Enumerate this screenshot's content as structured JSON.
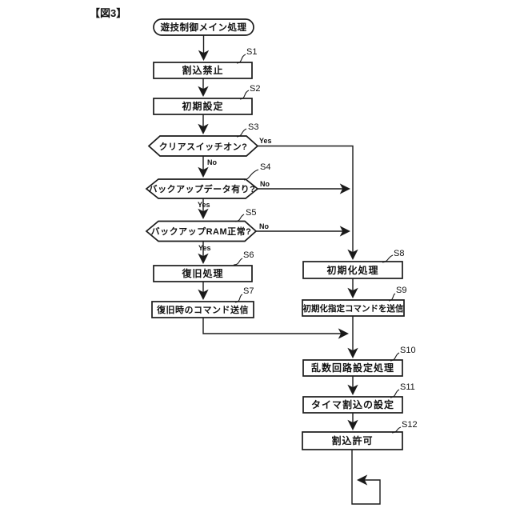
{
  "figure_label": "【図3】",
  "colors": {
    "ink": "#1a1a1a",
    "background": "#ffffff"
  },
  "nodes": {
    "start": {
      "label": "遊技制御メイン処理"
    },
    "s1": {
      "tag": "S1",
      "label": "割込禁止"
    },
    "s2": {
      "tag": "S2",
      "label": "初期設定"
    },
    "s3": {
      "tag": "S3",
      "label": "クリアスイッチオン?",
      "yes_label": "Yes",
      "no_label": "No"
    },
    "s4": {
      "tag": "S4",
      "label": "バックアップデータ有り?",
      "yes_label": "Yes",
      "no_label": "No"
    },
    "s5": {
      "tag": "S5",
      "label": "バックアップRAM正常?",
      "yes_label": "Yes",
      "no_label": "No"
    },
    "s6": {
      "tag": "S6",
      "label": "復旧処理"
    },
    "s7": {
      "tag": "S7",
      "label": "復旧時のコマンド送信"
    },
    "s8": {
      "tag": "S8",
      "label": "初期化処理"
    },
    "s9": {
      "tag": "S9",
      "label": "初期化指定コマンドを送信"
    },
    "s10": {
      "tag": "S10",
      "label": "乱数回路設定処理"
    },
    "s11": {
      "tag": "S11",
      "label": "タイマ割込の設定"
    },
    "s12": {
      "tag": "S12",
      "label": "割込許可"
    }
  }
}
